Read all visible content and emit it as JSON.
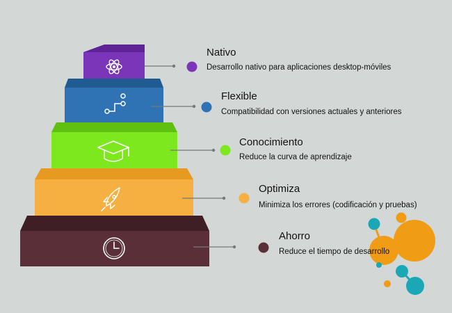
{
  "steps": [
    {
      "title": "Nativo",
      "description": "Desarrollo nativo para aplicaciones desktop-móviles",
      "color": "#7a35b8",
      "top_color": "#5e2496",
      "icon": "atom-icon"
    },
    {
      "title": "Flexible",
      "description": "Compatibilidad con versiones actuales y anteriores",
      "color": "#2f73b5",
      "top_color": "#1f5a90",
      "icon": "circuit-icon"
    },
    {
      "title": "Conocimiento",
      "description": "Reduce la curva de aprendizaje",
      "color": "#7de81e",
      "top_color": "#5fc010",
      "icon": "graduation-cap-icon"
    },
    {
      "title": "Optimiza",
      "description": "Minimiza los errores (codificación y pruebas)",
      "color": "#f6b041",
      "top_color": "#e79a22",
      "icon": "rocket-icon"
    },
    {
      "title": "Ahorro",
      "description": "Reduce el tiempo de desarrollo",
      "color": "#5a2f38",
      "top_color": "#3f1e25",
      "icon": "clock-icon"
    }
  ],
  "colors": {
    "background": "#d3d8d7",
    "connector": "#777777",
    "molecule_orange": "#f09c14",
    "molecule_teal": "#1aa7b6"
  }
}
